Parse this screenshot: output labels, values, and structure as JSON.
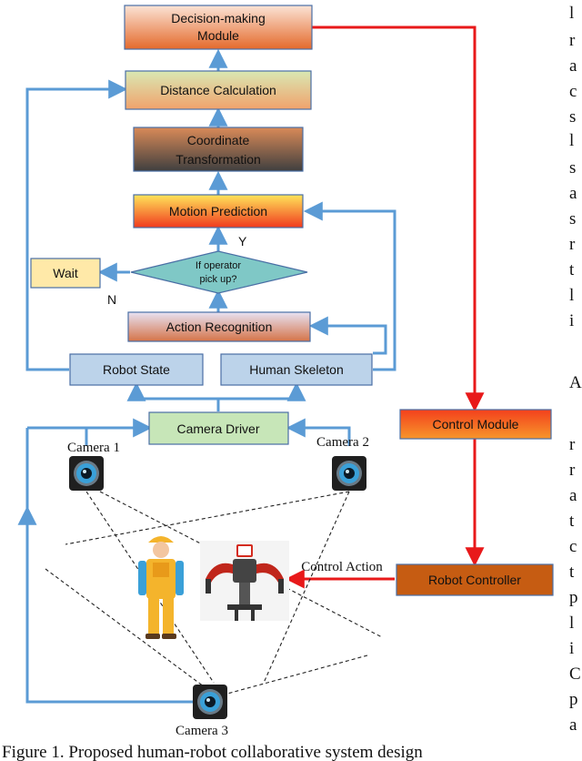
{
  "boxes": {
    "decision": [
      "Decision-making",
      "Module"
    ],
    "distance": "Distance Calculation",
    "coordinate": [
      "Coordinate",
      "Transformation"
    ],
    "motion": "Motion Prediction",
    "decision_diamond": [
      "If operator",
      "pick up?"
    ],
    "wait": "Wait",
    "action": "Action Recognition",
    "robot_state": "Robot State",
    "human_skeleton": "Human Skeleton",
    "camera_driver": "Camera Driver",
    "control_module": "Control Module",
    "robot_controller": "Robot Controller"
  },
  "labels": {
    "yes": "Y",
    "no": "N",
    "camera1": "Camera 1",
    "camera2": "Camera 2",
    "camera3": "Camera 3",
    "control_action": "Control Action"
  },
  "right_column_letters": [
    "l",
    "r",
    "a",
    "c",
    "s",
    "l",
    "s",
    "a",
    "s",
    "r",
    "t",
    "l",
    "i",
    "A",
    "r",
    "r",
    "a",
    "t",
    "c",
    "t",
    "p",
    "l",
    "i",
    "C",
    "p",
    "a"
  ],
  "caption_fragment": "Figure 1. Proposed human-robot collaborative system design",
  "colors": {
    "blue_arrow": "#5b9bd5",
    "red_arrow": "#e8191a",
    "box_border": "#4a6fa5"
  }
}
